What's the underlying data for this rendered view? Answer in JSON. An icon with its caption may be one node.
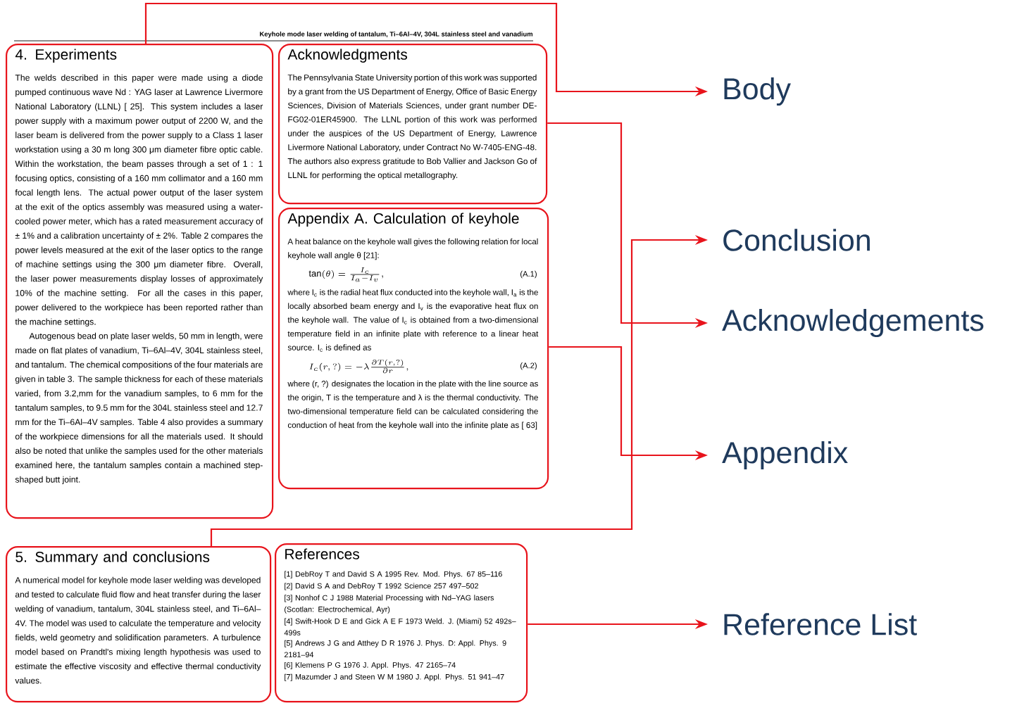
{
  "diagram": {
    "nodes": [
      {
        "text": [
          "4. Experiments",
          "The welds described in this paper were made using a diode pumped continuous wave Nd : YAG laser at Lawrence Livermore National Laboratory (LLNL) [ 25]. This system includes a laser power supply with a maximum power output of 2200 W, and the laser beam is delivered from the power supply to a Class 1 laser workstation using a 30 m long 300 μm diameter fibre optic cable. Within the workstation, the beam passes through a set of 1 : 1 focusing optics, consisting of a 160 mm collimator and a 160 mm focal length lens. The actual power output of the laser system at the exit of the optics assembly was measured using a water-cooled power meter, which has a rated measurement accuracy of ± 1% and a calibration uncertainty of ± 2%. Table 2 compares the power levels measured at the exit of the laser optics to the range of machine settings using the 300 μm diameter fibre. Overall, the laser power measurements display losses of approximately 10% of the machine setting. For all the cases in this paper, power delivered to the workpiece has been reported rather than the machine settings.",
          "Autogenous bead on plate laser welds, 50 mm in length, were made on flat plates of vanadium, Ti–6Al–4V, 304L stainless steel, and tantalum. The chemical compositions of the four materials are given in table 3. The sample thickness for each of these materials varied, from 3.2,mm for the vanadium samples, to 6 mm for the tantalum samples, to 9.5 mm for the 304L stainless steel and 12.7 mm for the Ti–6Al–4V samples. Table 4 also provides a summary of the workpiece dimensions for all the materials used. It should also be noted that unlike the samples used for the other materials examined here, the tantalum samples contain a machined step-shaped butt joint."
        ]
      },
      {
        "text": [
          "Acknowledgments",
          "The Pennsylvania State University portion of this work was supported by a grant from the US Department of Energy, Office of Basic Energy Sciences, Division of Materials Sciences, under grant number DE-FG02-01ER45900. The LLNL portion of this work was performed under the auspices of the US Department of Energy, Lawrence Livermore National Laboratory, under Contract No W-7405-ENG-48. The authors also express gratitude to Bob Vallier and Jackson Go of LLNL for performing the optical metallography."
        ]
      },
      {
        "text": [
          "Appendix A. Calculation of keyhole",
          "A heat balance on the keyhole wall gives the following relation for local keyhole wall angle θ [21]:",
          "\\tan(\\theta) = \\frac{I_c}{I_a - I_v},",
          "(A.1)",
          "where I$_{c}$ is the radial heat flux conducted into the keyhole wall, I$_{a}$ is the locally absorbed beam energy and I$_{v}$ is the evaporative heat flux on the keyhole wall. The value of I$_{c}$ is obtained from a two-dimensional temperature field in an infinite plate with reference to a linear heat source. I$_{c}$ is defined as",
          "I_c(r, ?) = -\\lambda \\frac{\\partial T(r, ?)}{\\partial r},",
          "(A.2)",
          "where (r, ?) designates the location in the plate with the line source as the origin, T is the temperature and λ is the thermal conductivity. The two-dimensional temperature field can be calculated considering the conduction of heat from the keyhole wall into the infinite plate as [ 63]"
        ]
      },
      {
        "text": [
          "5. Summary and conclusions",
          "A numerical model for keyhole mode laser welding was developed and tested to calculate fluid flow and heat transfer during the laser welding of vanadium, tantalum, 304L stainless steel, and Ti–6Al–4V. The model was used to calculate the temperature and velocity fields, weld geometry and solidification parameters. A turbulence model based on Prandtl's mixing length hypothesis was used to estimate the effective viscosity and effective thermal conductivity values."
        ]
      },
      {
        "text": [
          "References",
          "[1] DebRoy T and David S A 1995 Rev. Mod. Phys. 67 85–116",
          "[2] David S A and DebRoy T 1992 Science 257 497–502",
          "[3] Nonhof C J 1988 Material Processing with Nd–YAG lasers (Scotlan: Electrochemical, Ayr)",
          "[4] Swift-Hook D E and Gick A E F 1973 Weld. J. (Miami) 52 492s–499s",
          "[5] Andrews J G and Atthey D R 1976 J. Phys. D: Appl. Phys. 9 2181–94",
          "[6] Klemens P G 1976 J. Appl. Phys. 47 2165–74",
          "[7] Mazumder J and Steen W M 1980 J. Appl. Phys. 51 941–47"
        ]
      },
      {
        "text": [
          "Body"
        ]
      },
      {
        "text": [
          "Conclusion"
        ]
      },
      {
        "text": [
          "Acknowledgements"
        ]
      },
      {
        "text": [
          "Appendix"
        ]
      },
      {
        "text": [
          "Reference List"
        ]
      }
    ],
    "edges": [
      {
        "from": 0,
        "to": 5,
        "arrow": "to"
      },
      {
        "from": 1,
        "to": 7,
        "arrow": "to"
      },
      {
        "from": 2,
        "to": 8,
        "arrow": "to"
      },
      {
        "from": 3,
        "to": 6,
        "arrow": "to"
      },
      {
        "from": 4,
        "to": 9,
        "arrow": "to"
      }
    ],
    "labels": [
      "Keyhole mode laser welding of tantalum, Ti–6Al–4V, 304L stainless steel and vanadium"
    ]
  }
}
